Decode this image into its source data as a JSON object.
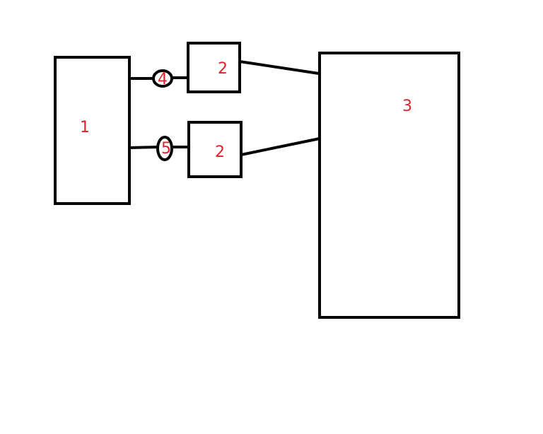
{
  "diagram": {
    "label_color": "#e0202a",
    "line_color": "#000000",
    "labels": {
      "box1": "1",
      "box2_top": "2",
      "box2_bottom": "2",
      "box3": "3",
      "ring4": "4",
      "ring5": "5"
    }
  }
}
